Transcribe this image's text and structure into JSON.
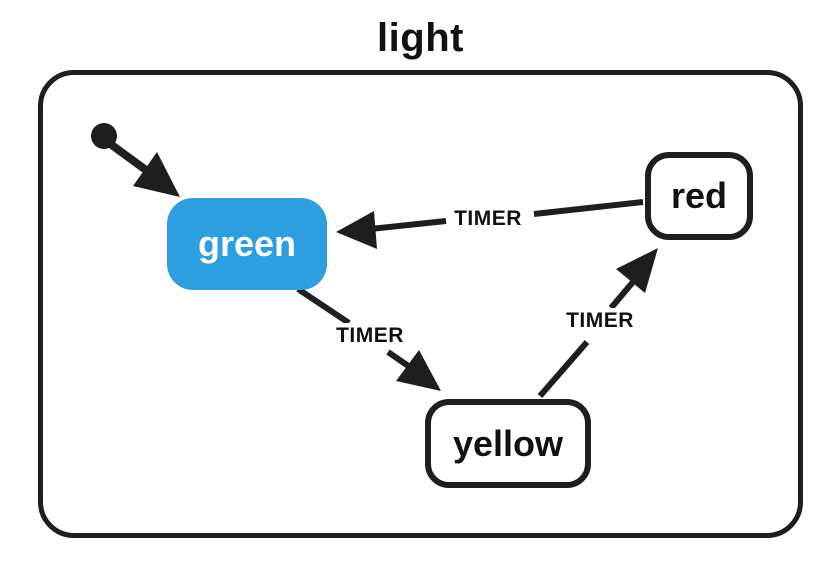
{
  "diagram": {
    "title": "light",
    "colors": {
      "active_state_fill": "#2d9ee0",
      "active_state_text": "#ffffff",
      "stroke": "#1e1e1e",
      "background": "#ffffff"
    },
    "states": [
      {
        "id": "green",
        "label": "green",
        "active": true
      },
      {
        "id": "yellow",
        "label": "yellow",
        "active": false
      },
      {
        "id": "red",
        "label": "red",
        "active": false
      }
    ],
    "initial_state": "green",
    "transitions": [
      {
        "from": "green",
        "to": "yellow",
        "event": "TIMER"
      },
      {
        "from": "yellow",
        "to": "red",
        "event": "TIMER"
      },
      {
        "from": "red",
        "to": "green",
        "event": "TIMER"
      }
    ]
  }
}
